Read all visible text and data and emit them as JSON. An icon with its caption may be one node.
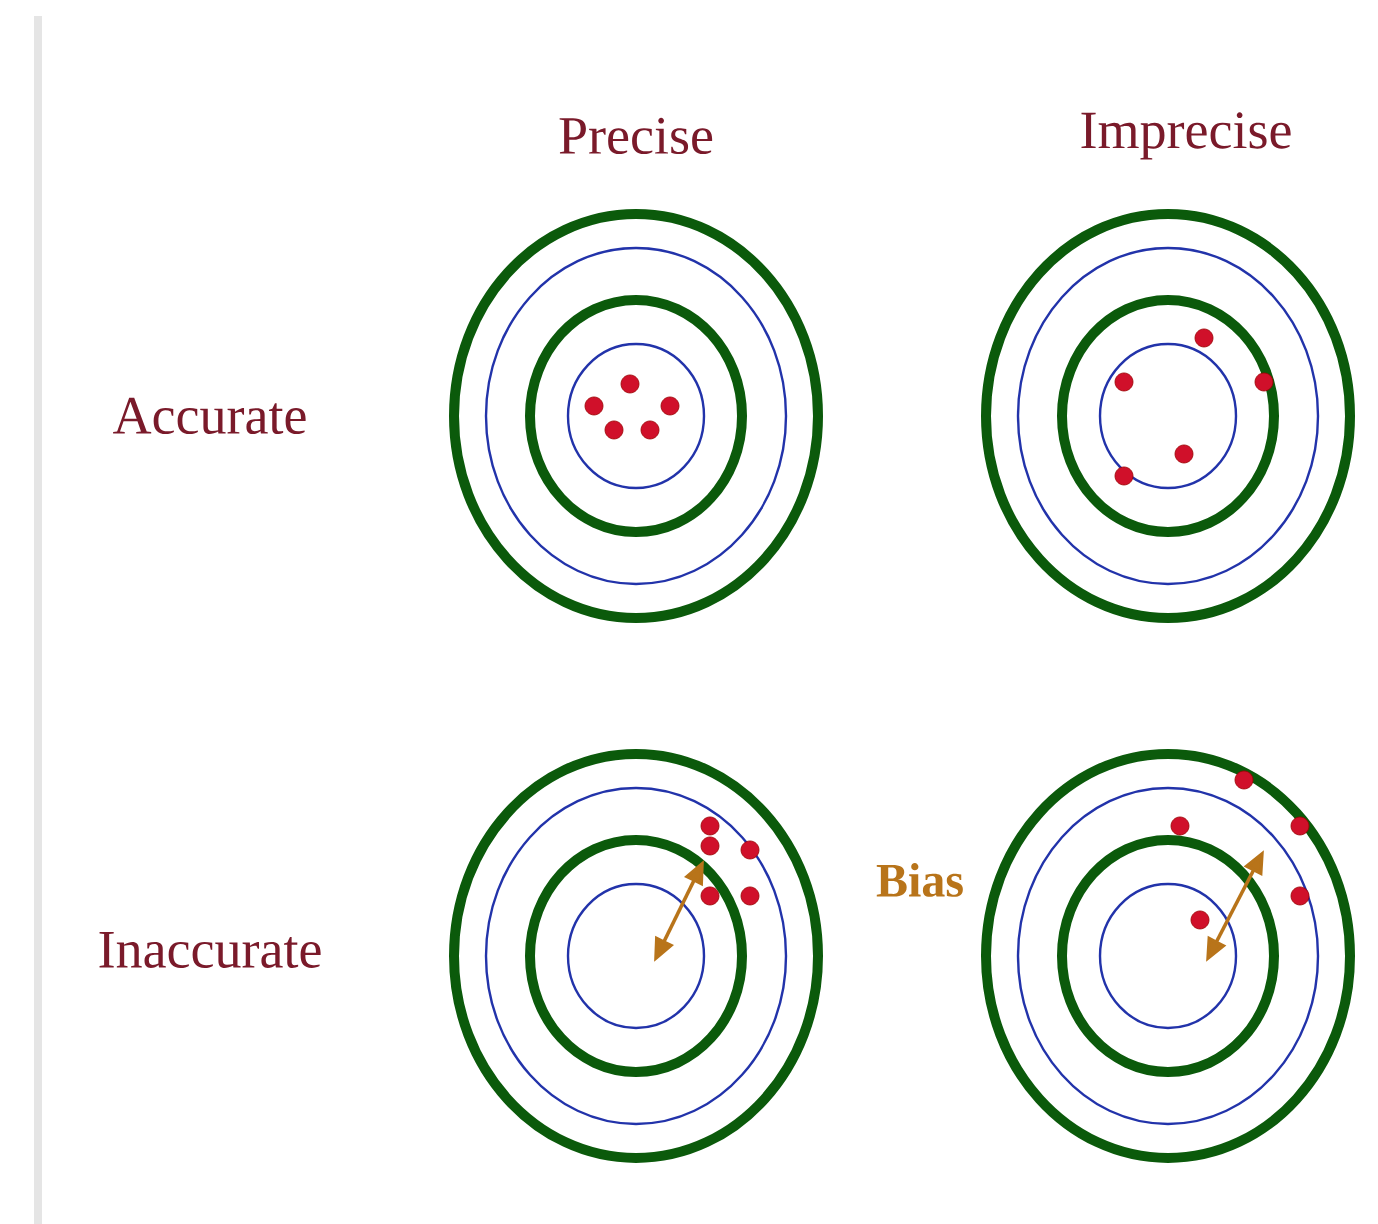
{
  "diagram": {
    "labels": [
      "Precise",
      "Imprecise",
      "Accurate",
      "Inaccurate",
      "Bias"
    ]
  }
}
